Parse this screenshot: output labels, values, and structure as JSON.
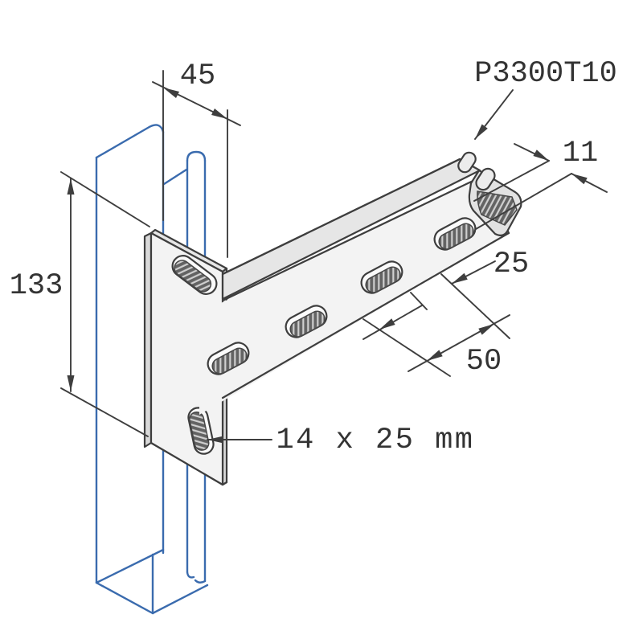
{
  "part": {
    "label": "P3300T10"
  },
  "dimensions": {
    "channel_width": "45",
    "plate_height": "133",
    "lip_opening": "11",
    "slot_spacing": "25",
    "slot_pitch": "50",
    "plate_slot_size": "14 x 25 mm"
  },
  "colors": {
    "line_dark": "#3e3e3e",
    "channel_blue": "#3a6bae",
    "steel_light": "#f3f3f3",
    "steel_mid": "#e6e6e6",
    "steel_dark": "#c9c9c9",
    "text": "#333333",
    "background": "#ffffff"
  }
}
